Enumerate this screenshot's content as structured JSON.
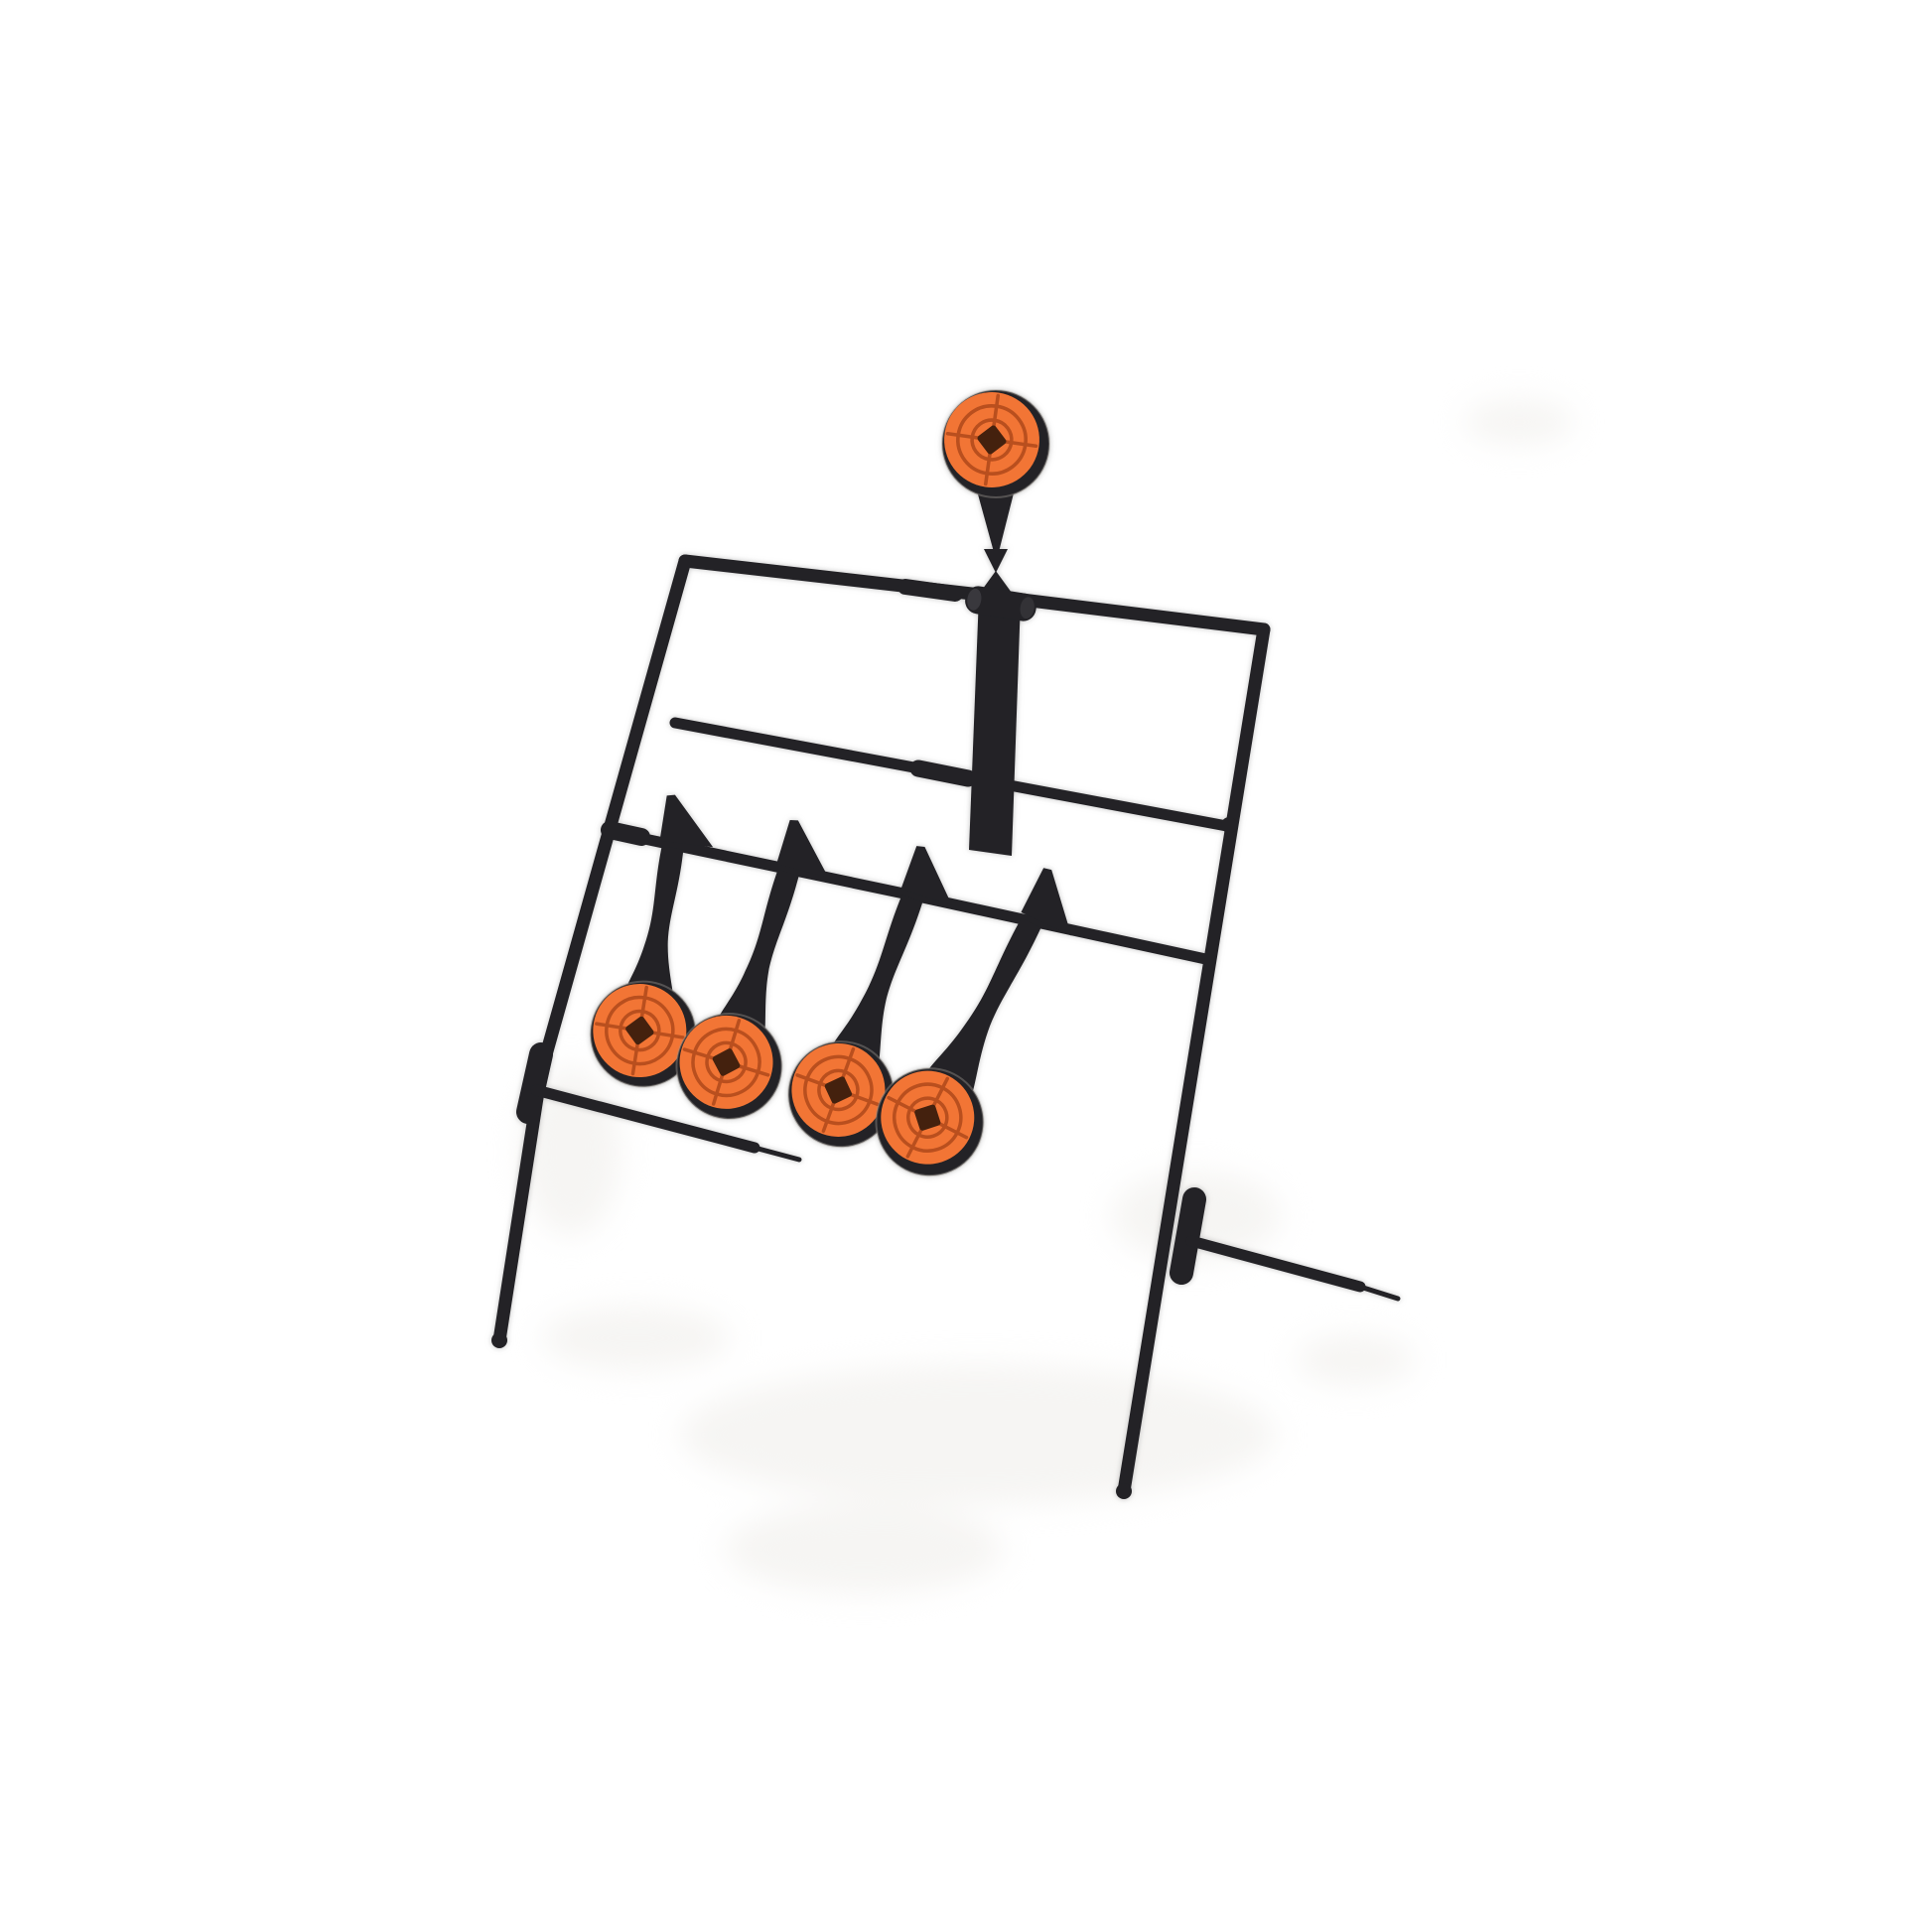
{
  "meta": {
    "description": "Product photo of a black steel resetting spinner shooting target stand with five orange bullseye targets on a white background"
  },
  "product": {
    "kind": "resetting-spinner-target-stand",
    "top_targets": 1,
    "hanging_targets": 4,
    "total_targets": 5
  },
  "colors": {
    "bg": "#ffffff",
    "metal": "#232226",
    "metalLight": "#4c4b50",
    "rim": "#9b968f",
    "orange": "#f27535",
    "ring": "#b94f1e",
    "diamond": "#44210e",
    "smudge": "#f1efec"
  }
}
